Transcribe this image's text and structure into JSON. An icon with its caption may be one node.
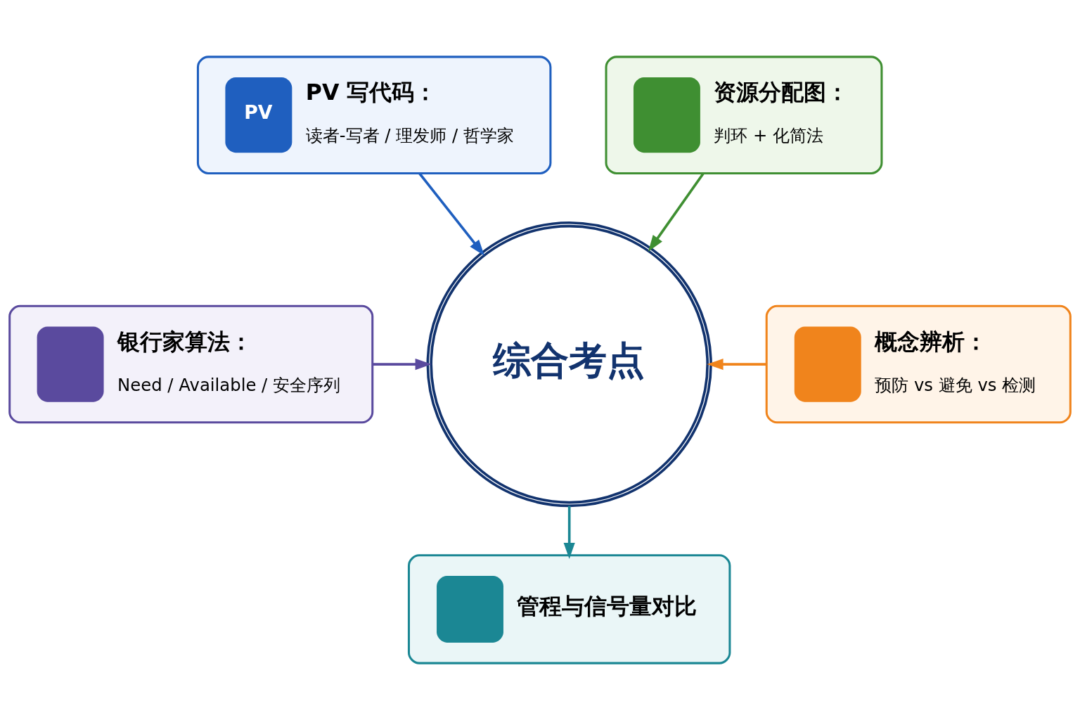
{
  "diagram": {
    "nodes": [
      {
        "text": [
          "PV",
          "PV 写代码：",
          "读者-写者 / 理发师 / 哲学家"
        ]
      },
      {
        "text": [
          "资源分配图：",
          "判环 + 化简法"
        ]
      },
      {
        "text": [
          "综合考点"
        ]
      },
      {
        "text": [
          "银行家算法：",
          "Need / Available / 安全序列"
        ]
      },
      {
        "text": [
          "概念辨析：",
          "预防 vs 避免 vs 检测"
        ]
      },
      {
        "text": [
          "管程与信号量对比"
        ]
      }
    ],
    "edges": [
      {
        "from": 0,
        "to": 2,
        "arrow": "to",
        "color": "#1f5fbf"
      },
      {
        "from": 1,
        "to": 2,
        "arrow": "to",
        "color": "#3f8f32"
      },
      {
        "from": 3,
        "to": 2,
        "arrow": "to",
        "color": "#5a4a9e"
      },
      {
        "from": 4,
        "to": 2,
        "arrow": "to",
        "color": "#f0841c"
      },
      {
        "from": 2,
        "to": 5,
        "arrow": "to",
        "color": "#1b8794"
      }
    ]
  }
}
